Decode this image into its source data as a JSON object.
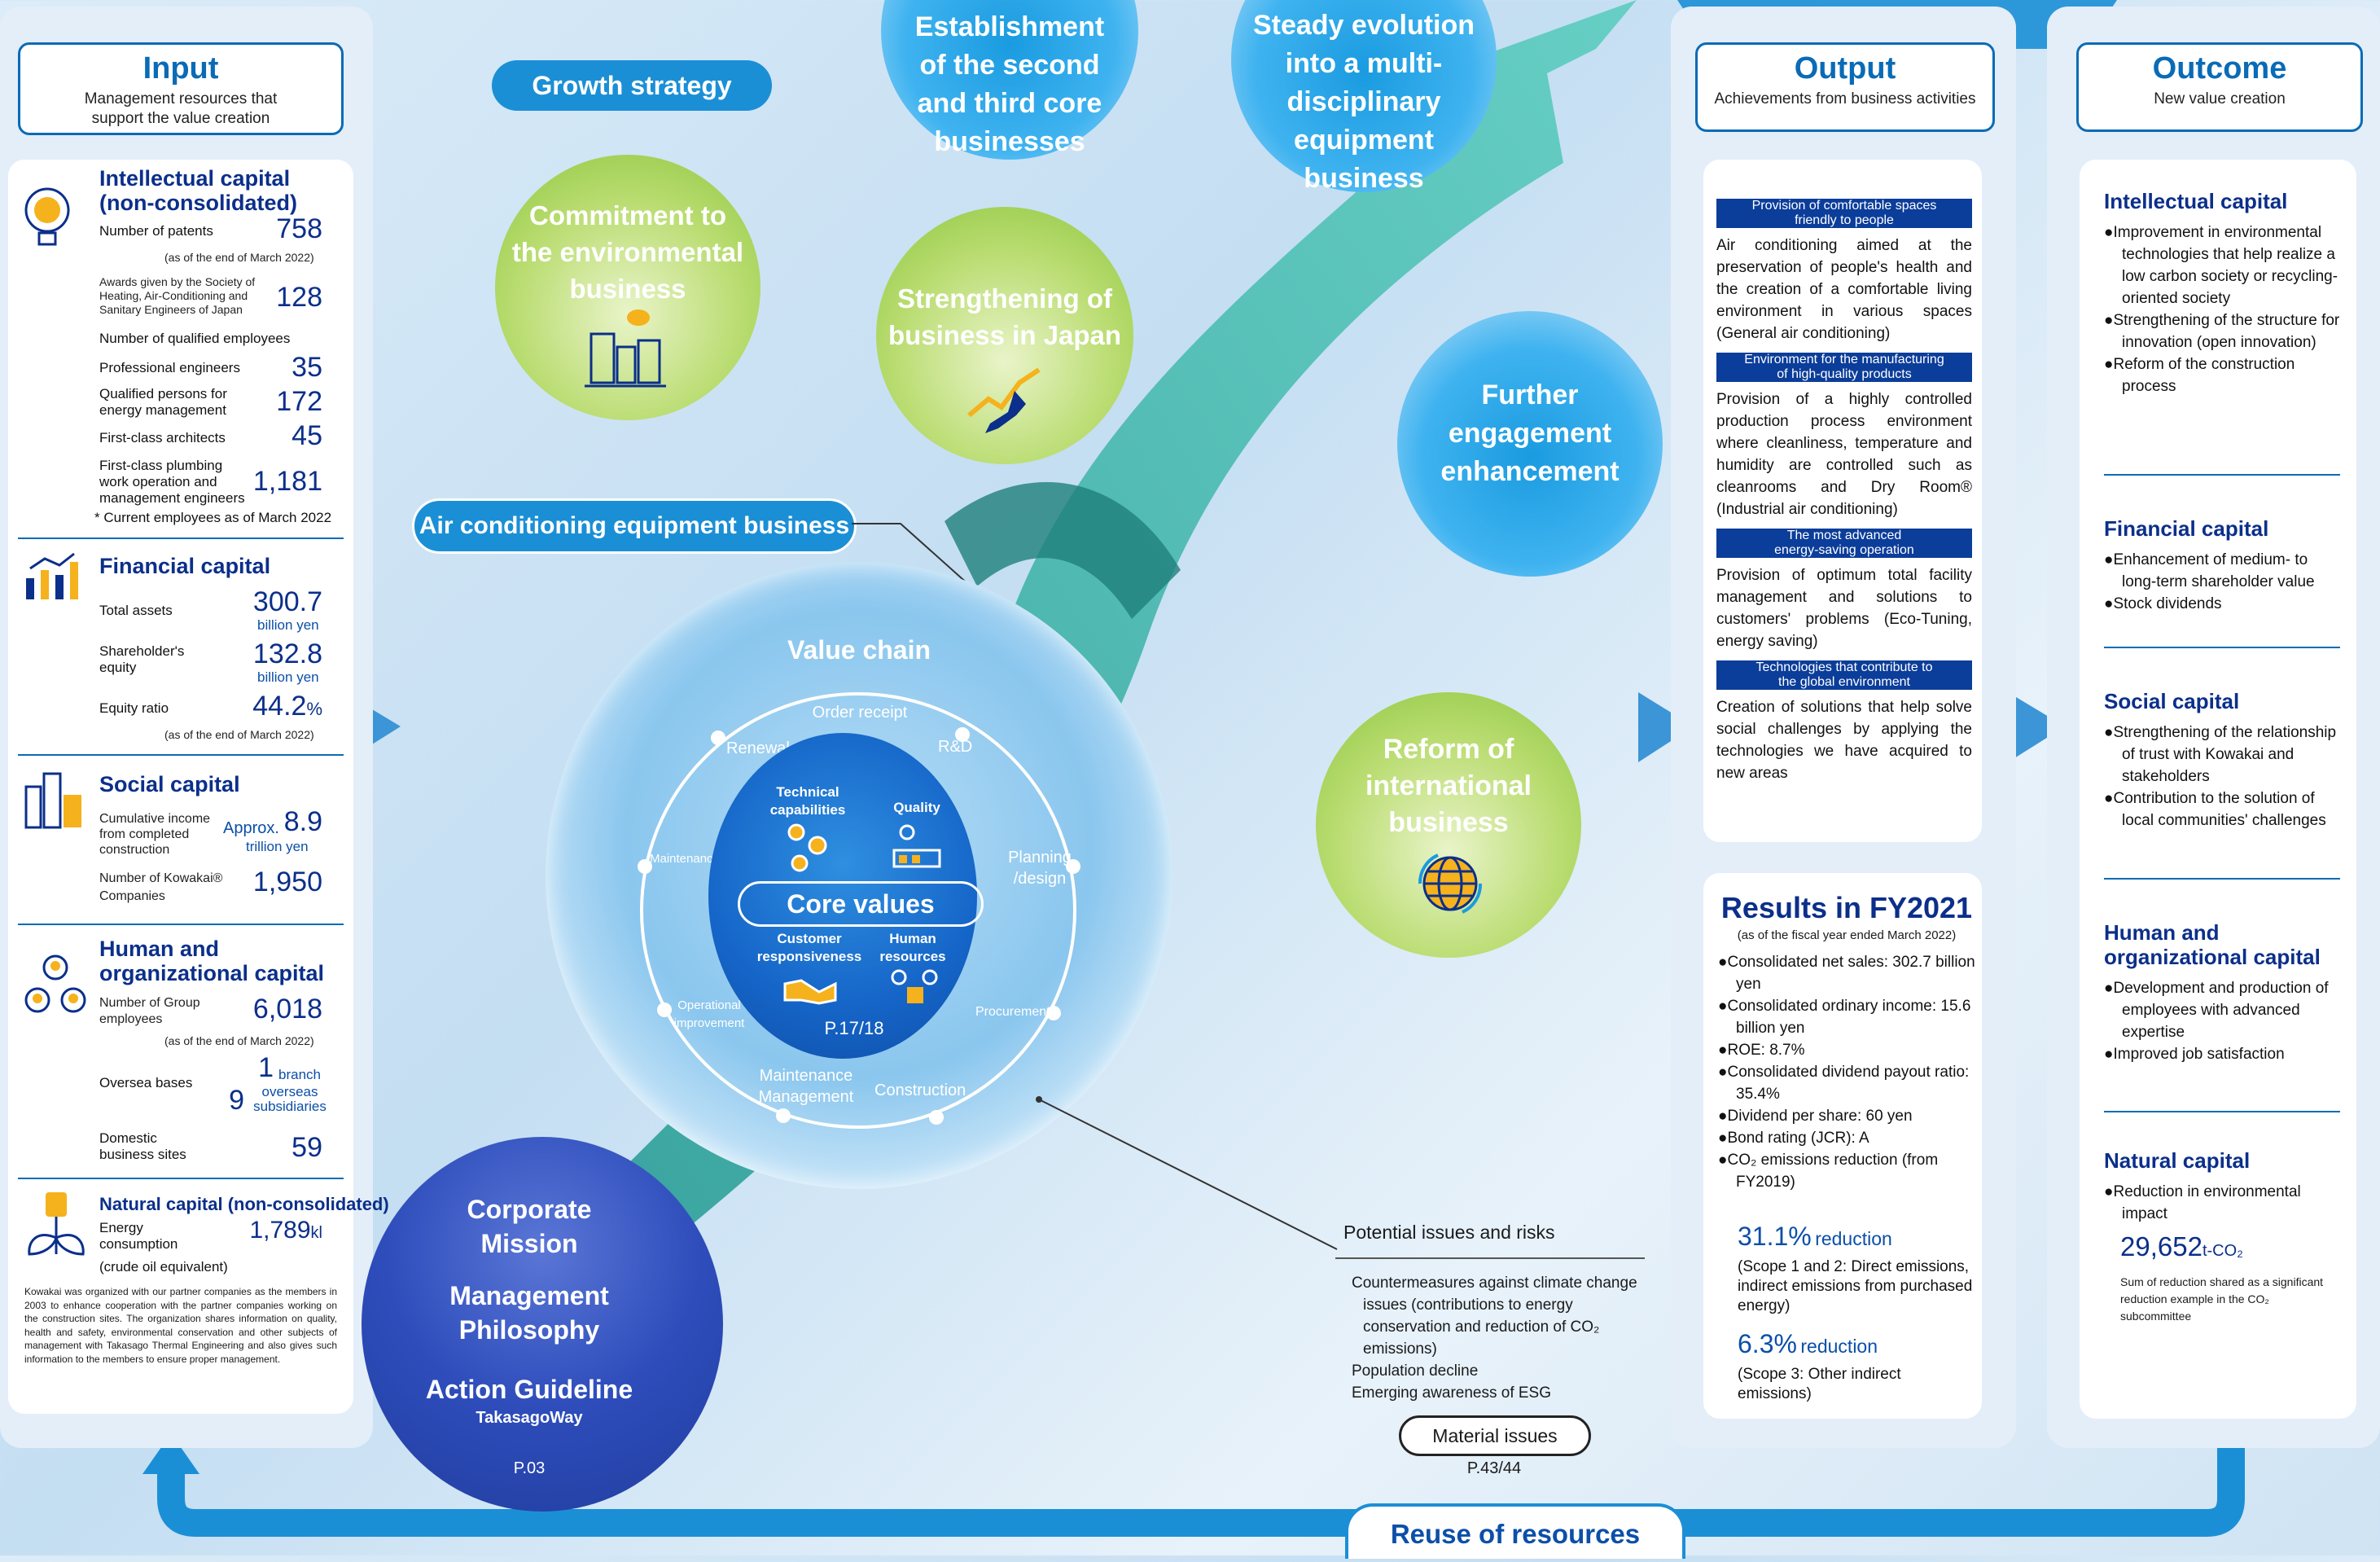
{
  "top": {
    "growth_strategy": "Growth strategy",
    "circle_second_third": "Establishment of the second and third core businesses",
    "circle_multi": "Steady evolution into a multi-disciplinary equipment business",
    "circle_env": "Commitment to the environmental business",
    "circle_japan": "Strengthening of business in Japan",
    "circle_engagement": "Further engagement enhancement",
    "circle_international": "Reform of international business",
    "ac_business": "Air conditioning equipment business"
  },
  "input": {
    "title": "Input",
    "subtitle": "Management resources that support the value creation",
    "intellectual": {
      "title": "Intellectual capital (non-consolidated)",
      "patents_label": "Number of patents",
      "patents_value": "758",
      "patents_note": "(as of the end of March 2022)",
      "awards_label": "Awards given by the Society of Heating, Air-Conditioning and Sanitary Engineers of Japan",
      "awards_value": "128",
      "qualified_label": "Number of qualified employees",
      "pro_label": "Professional engineers",
      "pro_value": "35",
      "energy_label": "Qualified persons for energy management",
      "energy_value": "172",
      "arch_label": "First-class architects",
      "arch_value": "45",
      "plumb_label": "First-class plumbing work operation and management engineers",
      "plumb_value": "1,181",
      "footnote": "* Current employees as of March 2022"
    },
    "financial": {
      "title": "Financial capital",
      "assets_label": "Total assets",
      "assets_value": "300.7",
      "assets_unit": "billion yen",
      "equity_label": "Shareholder's equity",
      "equity_value": "132.8",
      "equity_unit": "billion yen",
      "ratio_label": "Equity ratio",
      "ratio_value": "44.2",
      "ratio_unit": "%",
      "note": "(as of the end of March 2022)"
    },
    "social": {
      "title": "Social capital",
      "income_label": "Cumulative income from completed construction",
      "income_prefix": "Approx.",
      "income_value": "8.9",
      "income_unit": "trillion yen",
      "kowakai_label": "Number of Kowakai® Companies",
      "kowakai_value": "1,950"
    },
    "human": {
      "title": "Human and organizational capital",
      "employees_label": "Number of Group employees",
      "employees_value": "6,018",
      "note": "(as of the end of March 2022)",
      "overseas_label": "Oversea bases",
      "branch_value": "1",
      "branch_unit": "branch",
      "subs_value": "9",
      "subs_unit": "overseas subsidiaries",
      "domestic_label": "Domestic business sites",
      "domestic_value": "59"
    },
    "natural": {
      "title": "Natural capital (non-consolidated)",
      "energy_label": "Energy consumption",
      "energy_sub": "(crude oil equivalent)",
      "energy_value": "1,789",
      "energy_unit": "kl",
      "kowakai_note": "Kowakai was organized with our partner companies as the members in 2003 to enhance cooperation with the partner companies working on the construction sites. The organization shares information on quality, health and safety, environmental conservation and other subjects of management with Takasago Thermal Engineering and also gives such information to the members to ensure proper management."
    }
  },
  "center": {
    "value_chain": "Value chain",
    "order_receipt": "Order receipt",
    "rd": "R&D",
    "renewal": "Renewal",
    "planning": "Planning /design",
    "maintenance": "Maintenance",
    "procurement": "Procurement",
    "operational": "Operational improvement",
    "construction": "Construction",
    "maint_mgmt": "Maintenance Management",
    "core_values": "Core values",
    "tech": "Technical capabilities",
    "quality": "Quality",
    "customer": "Customer responsiveness",
    "human_res": "Human resources",
    "page_ref": "P.17/18",
    "mission": "Corporate Mission",
    "philosophy": "Management Philosophy",
    "guideline": "Action Guideline",
    "takasago_way": "TakasagoWay",
    "mission_page": "P.03",
    "potential": "Potential issues and risks",
    "risks": [
      "Countermeasures against climate change issues (contributions to energy conservation and reduction of CO₂ emissions)",
      "Population decline",
      "Emerging awareness of ESG"
    ],
    "material_issues": "Material issues",
    "material_page": "P.43/44",
    "reuse": "Reuse of resources"
  },
  "output": {
    "title": "Output",
    "subtitle": "Achievements from business activities",
    "items": [
      {
        "head": "Provision of comfortable spaces friendly to people",
        "text": "Air conditioning aimed at the preservation of people's health and the creation of a comfortable living environment in various spaces (General air conditioning)"
      },
      {
        "head": "Environment for the manufacturing of high-quality products",
        "text": "Provision of a highly controlled production process environment where cleanliness, temperature and humidity are controlled such as cleanrooms and Dry Room® (Industrial air conditioning)"
      },
      {
        "head": "The most advanced energy-saving operation",
        "text": "Provision of optimum total facility management and solutions to customers' problems (Eco-Tuning, energy saving)"
      },
      {
        "head": "Technologies that contribute to the global environment",
        "text": "Creation of solutions that help solve social challenges by applying the technologies we have acquired to new areas"
      }
    ],
    "results_title": "Results in FY2021",
    "results_note": "(as of the fiscal year ended March 2022)",
    "results": [
      "Consolidated net sales: 302.7 billion yen",
      "Consolidated ordinary income: 15.6 billion yen",
      "ROE: 8.7%",
      "Consolidated dividend payout ratio: 35.4%",
      "Dividend per share: 60 yen",
      "Bond rating (JCR): A",
      "CO₂ emissions reduction (from FY2019)"
    ],
    "r1_value": "31.1%",
    "r1_unit": "reduction",
    "r1_note": "(Scope 1 and 2: Direct emissions, indirect emissions from purchased energy)",
    "r2_value": "6.3%",
    "r2_unit": "reduction",
    "r2_note": "(Scope 3: Other indirect emissions)"
  },
  "outcome": {
    "title": "Outcome",
    "subtitle": "New value creation",
    "intellectual_title": "Intellectual capital",
    "intellectual": [
      "Improvement in environmental technologies that help realize a low carbon society or recycling-oriented society",
      "Strengthening of the structure for innovation (open innovation)",
      "Reform of the construction process"
    ],
    "financial_title": "Financial capital",
    "financial": [
      "Enhancement of medium- to long-term shareholder value",
      "Stock dividends"
    ],
    "social_title": "Social capital",
    "social": [
      "Strengthening of the relationship of trust with Kowakai and stakeholders",
      "Contribution to the solution of local communities' challenges"
    ],
    "human_title": "Human and organizational capital",
    "human": [
      "Development and production of employees with advanced expertise",
      "Improved job satisfaction"
    ],
    "natural_title": "Natural capital",
    "natural": [
      "Reduction in environmental impact"
    ],
    "natural_value": "29,652",
    "natural_unit": "t-CO₂",
    "natural_note": "Sum of reduction shared as a significant reduction example in the CO₂ subcommittee"
  },
  "colors": {
    "brand_blue": "#0a6bb6",
    "navy": "#0b2f8a",
    "teal": "#3bb3a8",
    "green": "#8cc63f"
  }
}
